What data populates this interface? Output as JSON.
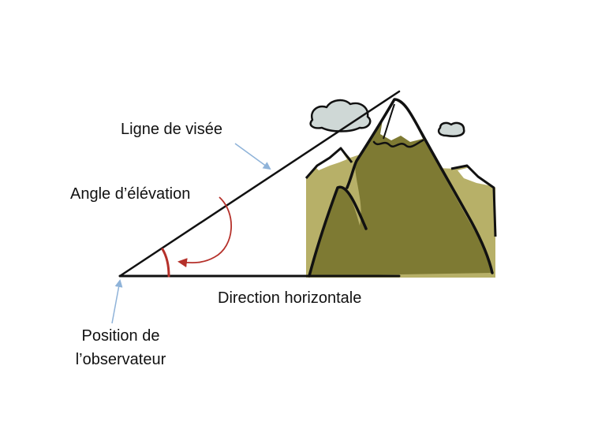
{
  "labels": {
    "line_of_sight": "Ligne de visée",
    "elevation_angle": "Angle d’élévation",
    "horizontal_direction": "Direction horizontale",
    "observer_line1": "Position de",
    "observer_line2": "l’observateur"
  },
  "colors": {
    "line": "#111111",
    "pointer_arrow": "#8fb3d9",
    "angle_mark": "#b5302a",
    "mountain_fill": "#7e7a33",
    "mountain_back": "#b7b068",
    "snow": "#ffffff",
    "cloud": "#cfd8d6"
  },
  "icons": {
    "scene": "mountain-icon",
    "clouds": "cloud-icon"
  }
}
